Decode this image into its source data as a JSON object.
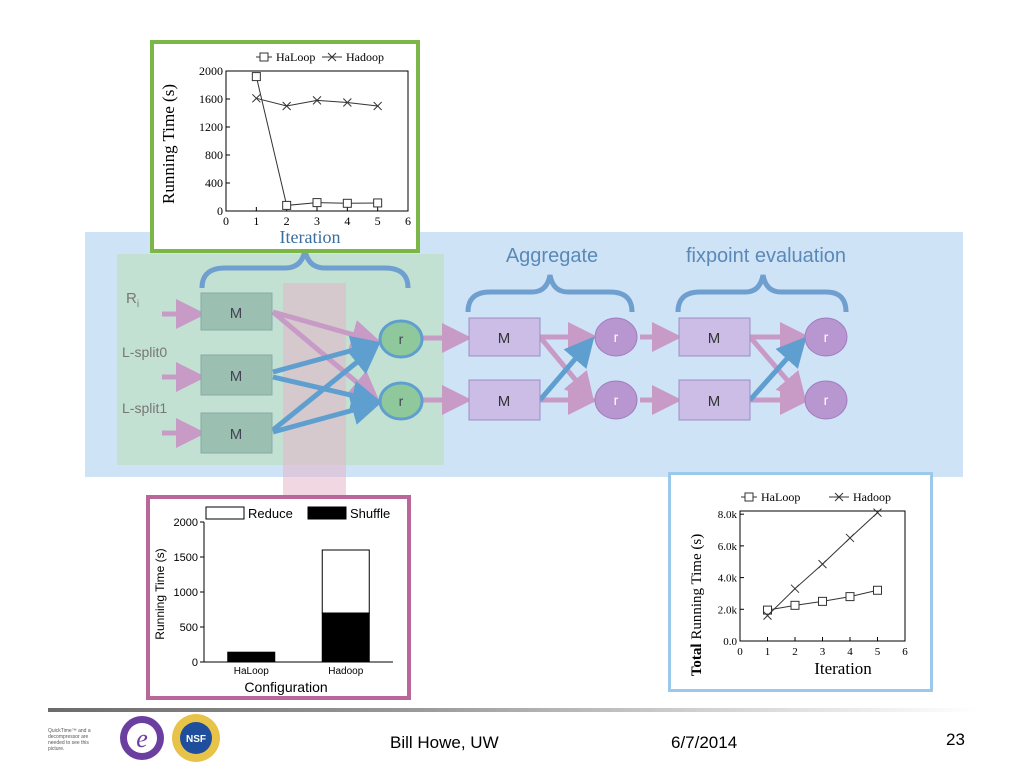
{
  "slide": {
    "footer_author": "Bill Howe, UW",
    "footer_date": "6/7/2014",
    "slide_number": "23",
    "quicktime_note": "QuickTime™ and a decompressor are needed to see this picture."
  },
  "diagram": {
    "label_aggregate": "Aggregate",
    "label_fixpoint": "fixpoint evaluation",
    "input_r": "R",
    "input_r_sub": "i",
    "input_lsplit0": "L-split0",
    "input_lsplit1": "L-split1",
    "map_label": "M",
    "reduce_label": "r",
    "colors": {
      "band": "#cfe3f7",
      "stage_green": "#bfe0cc",
      "purple_box": "#cbbde6",
      "purple_circle": "#b896cf",
      "pink_arrow": "#c89ac6",
      "blue_arrow": "#5f9fcf",
      "brace_blue": "#6f9fcf"
    }
  },
  "chart_data": [
    {
      "type": "line",
      "x": [
        1,
        2,
        3,
        4,
        5
      ],
      "series": [
        {
          "name": "HaLoop",
          "marker": "square",
          "values": [
            1920,
            80,
            120,
            110,
            115
          ]
        },
        {
          "name": "Hadoop",
          "marker": "x",
          "values": [
            1610,
            1500,
            1580,
            1550,
            1500
          ]
        }
      ],
      "ylabel": "Running Time (s)",
      "xlabel": "Iteration",
      "xlim": [
        0,
        6
      ],
      "ylim": [
        0,
        2000
      ],
      "xticks": [
        "0",
        "1",
        "2",
        "3",
        "4",
        "5",
        "6"
      ],
      "yticks": [
        "0",
        "400",
        "800",
        "1200",
        "1600",
        "2000"
      ],
      "legend": "top"
    },
    {
      "type": "bar",
      "stacked": true,
      "categories": [
        "HaLoop",
        "Hadoop"
      ],
      "series": [
        {
          "name": "Shuffle",
          "values": [
            140,
            700
          ]
        },
        {
          "name": "Reduce",
          "values": [
            0,
            900
          ]
        }
      ],
      "ylabel": "Running Time (s)",
      "xlabel": "Configuration",
      "ylim": [
        0,
        2000
      ],
      "yticks": [
        "0",
        "500",
        "1000",
        "1500",
        "2000"
      ],
      "legend": "top"
    },
    {
      "type": "line",
      "x": [
        1,
        2,
        3,
        4,
        5
      ],
      "series": [
        {
          "name": "HaLoop",
          "marker": "square",
          "values": [
            1.95,
            2.25,
            2.5,
            2.8,
            3.2
          ]
        },
        {
          "name": "Hadoop",
          "marker": "x",
          "values": [
            1.6,
            3.3,
            4.85,
            6.5,
            8.1
          ]
        }
      ],
      "ylabel_prefix": "Total",
      "ylabel": "Running Time (s)",
      "xlabel": "Iteration",
      "xlim": [
        0,
        6
      ],
      "ylim": [
        0,
        8.2
      ],
      "xticks": [
        "0",
        "1",
        "2",
        "3",
        "4",
        "5",
        "6"
      ],
      "yticks": [
        "0.0",
        "2.0k",
        "4.0k",
        "6.0k",
        "8.0k"
      ],
      "legend": "top"
    }
  ]
}
